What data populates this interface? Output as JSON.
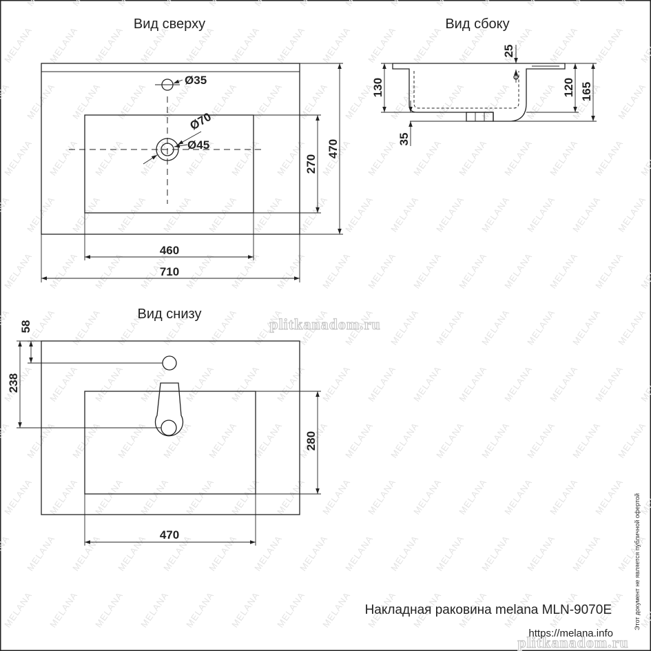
{
  "views": {
    "top": {
      "title": "Вид сверху",
      "dims": {
        "overall_width": "710",
        "bowl_width": "460",
        "depth": "470",
        "bowl_depth": "270",
        "tap_hole": "35",
        "drain_outer": "70",
        "drain_inner": "45"
      }
    },
    "side": {
      "title": "Вид сбоку",
      "dims": {
        "rim": "25",
        "height": "130",
        "bowl_height": "120",
        "total": "165",
        "drain": "35"
      }
    },
    "bottom": {
      "title": "Вид снизу",
      "dims": {
        "hole_offset": "58",
        "drain_offset": "238",
        "bowl_depth": "280",
        "bowl_width": "470"
      }
    }
  },
  "diameter_symbol": "Ø",
  "footer": {
    "product": "Накладная раковина melana MLN-9070E",
    "url": "https://melana.info",
    "disclaimer": "Этот документ не является публичной офертой"
  },
  "watermark": {
    "brand": "MELANA",
    "site": "plitkanadom.ru"
  },
  "colors": {
    "line": "#222222",
    "background": "#ffffff",
    "watermark": "#e3e3e3"
  }
}
